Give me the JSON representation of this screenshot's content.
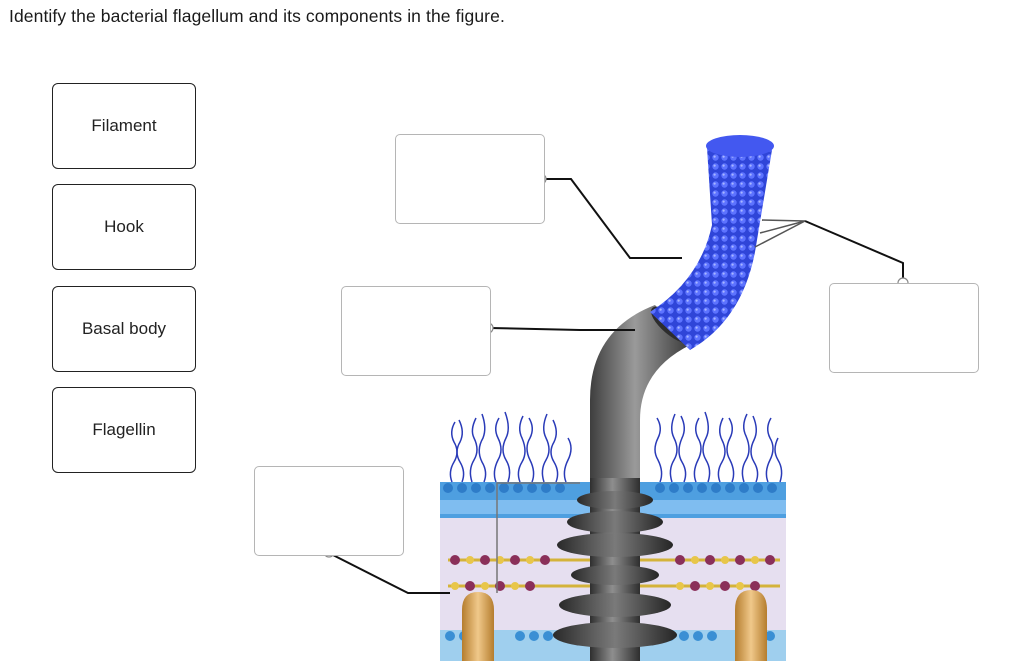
{
  "question": {
    "text": "Identify the bacterial flagellum and its components in the figure."
  },
  "labels": [
    {
      "text": "Filament"
    },
    {
      "text": "Hook"
    },
    {
      "text": "Basal body"
    },
    {
      "text": "Flagellin"
    }
  ],
  "drop_targets_count": 4,
  "colors": {
    "filament": "#3a4fe0",
    "hook": "#6c6c6c",
    "membrane_blue": "#3c8fd6",
    "lipid_tails": "#2a3bb8",
    "periplasm": "#d9cfe6",
    "protein": "#d9a85a"
  }
}
